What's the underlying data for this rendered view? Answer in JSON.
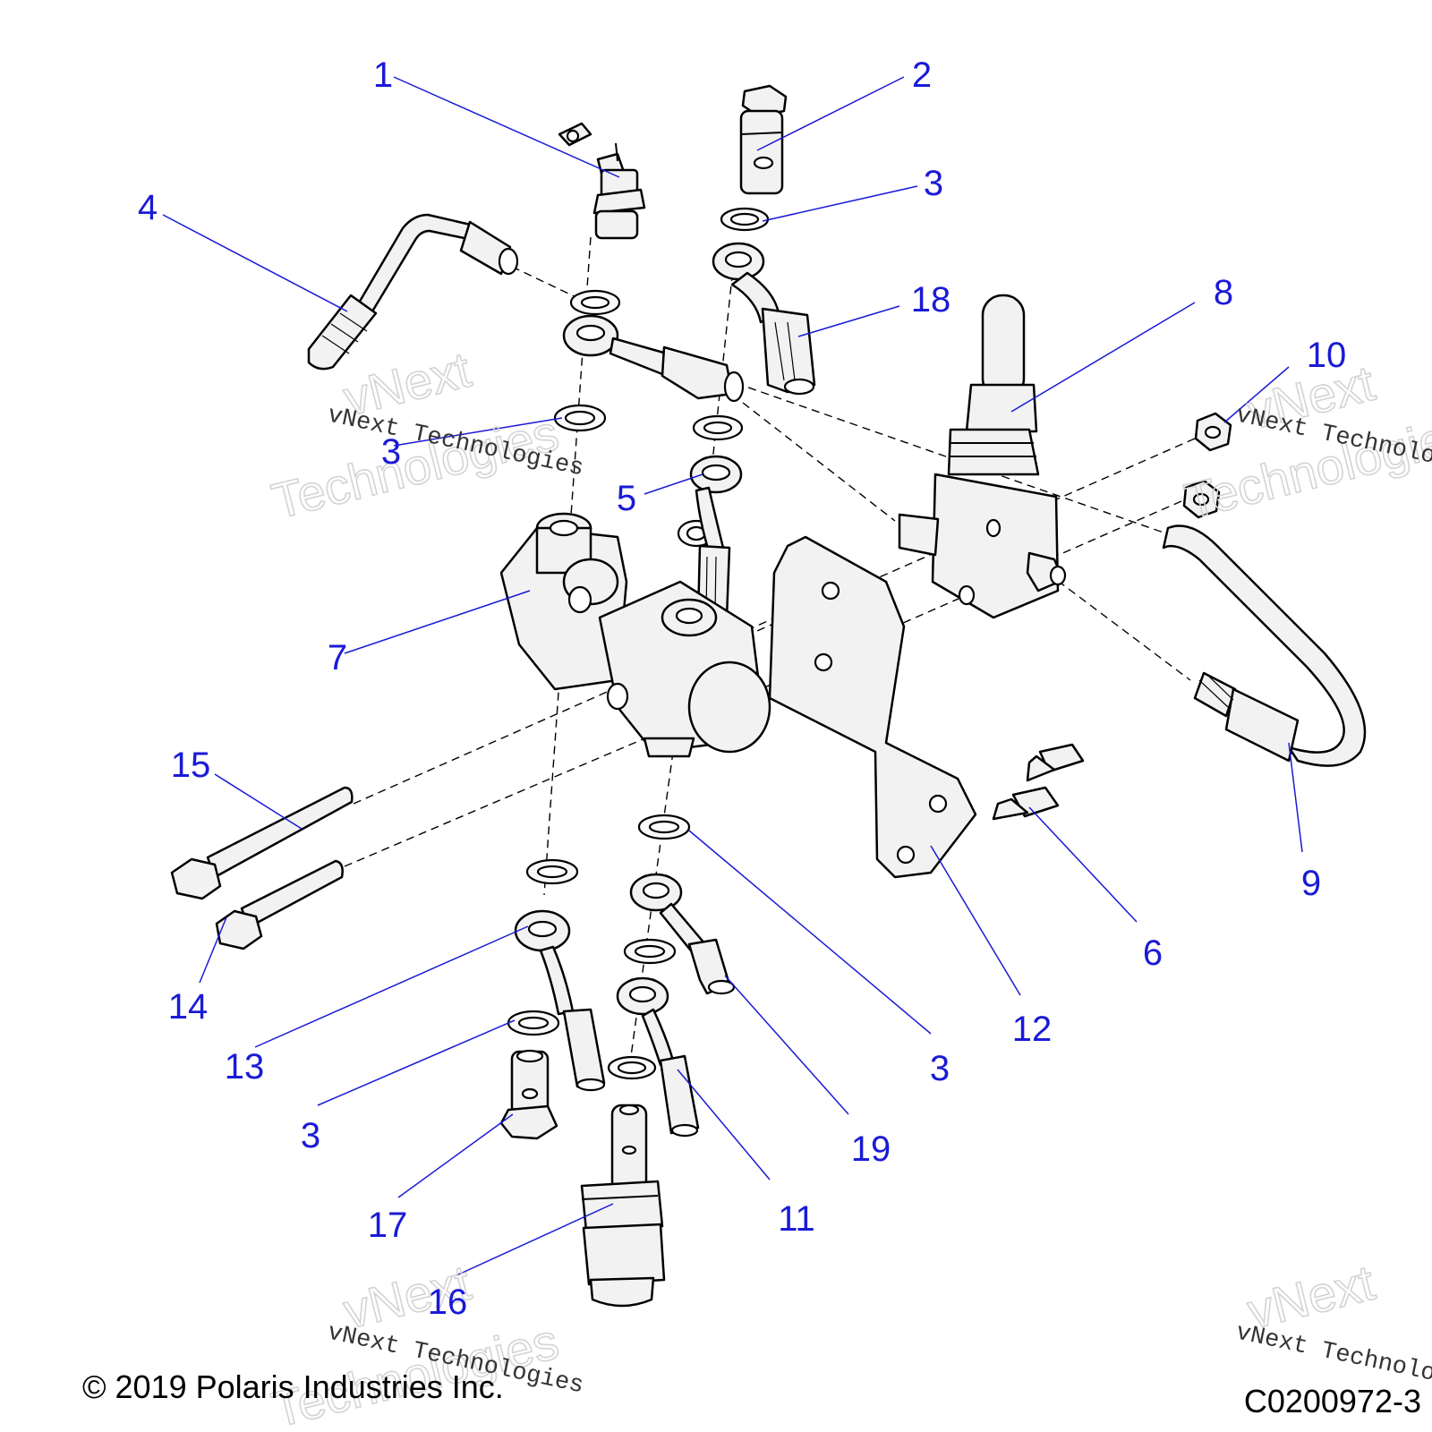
{
  "callouts": [
    "1",
    "2",
    "3",
    "4",
    "18",
    "8",
    "10",
    "5",
    "7",
    "15",
    "14",
    "13",
    "3",
    "17",
    "16",
    "11",
    "19",
    "3",
    "12",
    "6",
    "9",
    "3"
  ],
  "watermark": {
    "line1": "vNext",
    "line2": "Technologies",
    "small": "vNext Technologies"
  },
  "footer": {
    "copyright": "© 2019 Polaris Industries Inc.",
    "drawing_number": "C0200972-3"
  },
  "colors": {
    "callout": "#1a1ad6",
    "line_art": "#000000"
  }
}
